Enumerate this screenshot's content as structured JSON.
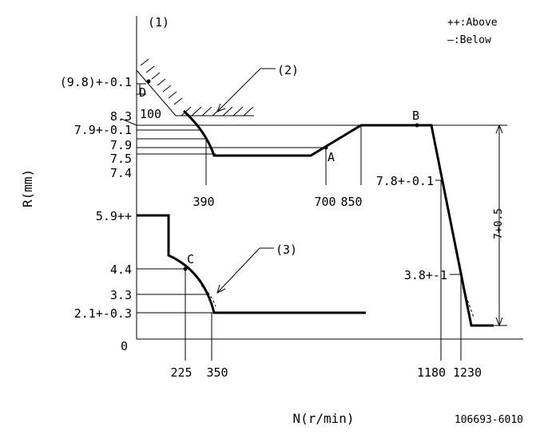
{
  "legend": {
    "above": "++:Above",
    "below": "—:Below"
  },
  "axes": {
    "y_label": "R(mm)",
    "x_label": "N(r/min)",
    "origin": "0"
  },
  "notes": {
    "n1": "(1)",
    "n2": "(2)",
    "n3": "(3)"
  },
  "points": {
    "a": "A",
    "b": "B",
    "c": "C",
    "d": "D"
  },
  "y_labels": {
    "v98": "(9.8)+-0.1",
    "v83": "8.3",
    "v79tol": "7.9+-0.1",
    "v79": "7.9",
    "v75": "7.5",
    "v74": "7.4",
    "v59": "5.9++",
    "v44": "4.4",
    "v33": "3.3",
    "v21": "2.1+-0.3"
  },
  "x_labels": {
    "n100": "100",
    "n390": "390",
    "n700": "700",
    "n850": "850",
    "n225": "225",
    "n350": "350",
    "n1180": "1180",
    "n1230": "1230"
  },
  "right_labels": {
    "r78": "7.8+-0.1",
    "r38": "3.8+-1",
    "r7": "7+0.5"
  },
  "part_number": "106693-6010"
}
